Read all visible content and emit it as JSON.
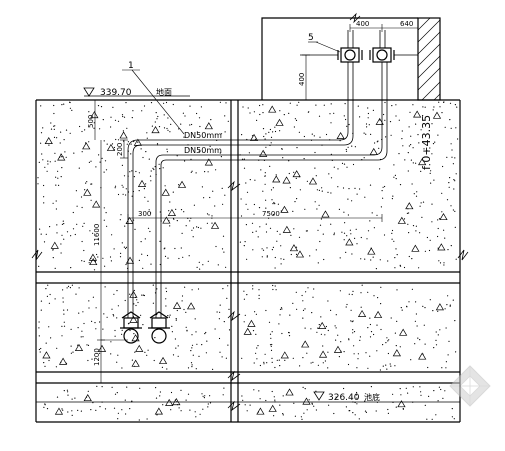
{
  "labels": {
    "elev_top": "339.70",
    "elev_top_word": "地面",
    "elev_bottom": "326.40",
    "elev_bottom_word": "池底",
    "pipe_upper": "DN50mm",
    "pipe_lower": "DN50mm",
    "callout_1": "1",
    "callout_5": "5",
    "chainage": "f 0+43.35"
  },
  "dimensions": {
    "d400": "400",
    "d640": "640",
    "d400v": "400",
    "d500": "500",
    "d200": "200",
    "d300": "300",
    "d7500": "7500",
    "d11600": "11600",
    "d1200": "1200"
  },
  "colors": {
    "line": "#000000",
    "background": "#ffffff",
    "watermark": "#cfcfcf"
  }
}
